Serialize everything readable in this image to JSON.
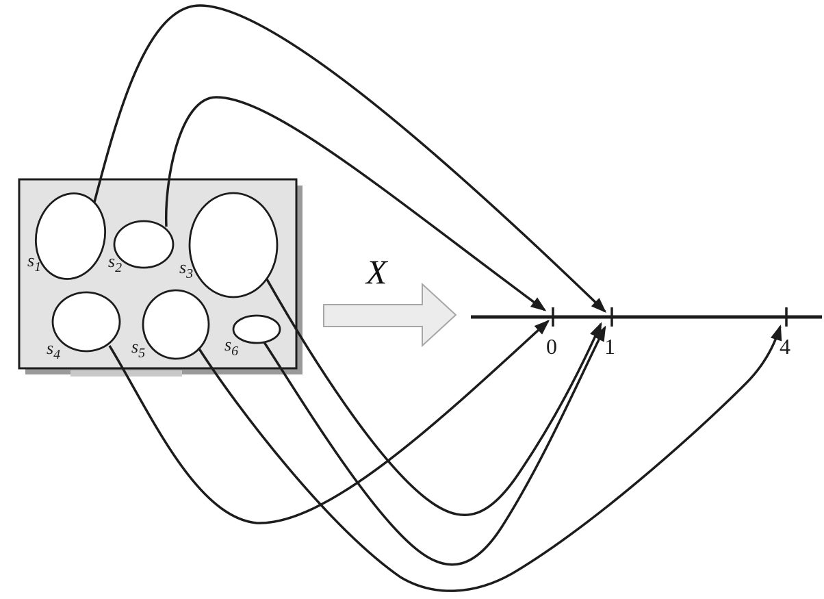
{
  "figure": {
    "map_function_label": "X",
    "sample_space": {
      "points": [
        {
          "base": "s",
          "sub": "1",
          "maps_to": "1"
        },
        {
          "base": "s",
          "sub": "2",
          "maps_to": "0"
        },
        {
          "base": "s",
          "sub": "3",
          "maps_to": "1"
        },
        {
          "base": "s",
          "sub": "4",
          "maps_to": "0"
        },
        {
          "base": "s",
          "sub": "5",
          "maps_to": "4"
        },
        {
          "base": "s",
          "sub": "6",
          "maps_to": "1"
        }
      ]
    },
    "number_line": {
      "tick_labels": [
        "0",
        "1",
        "4"
      ]
    },
    "colors": {
      "box_fill": "#e3e3e3",
      "box_shadow": "#9a9a9a",
      "line_stroke": "#1c1c1c",
      "block_arrow_fill": "#ececec",
      "block_arrow_stroke": "#a6a6a6"
    }
  }
}
